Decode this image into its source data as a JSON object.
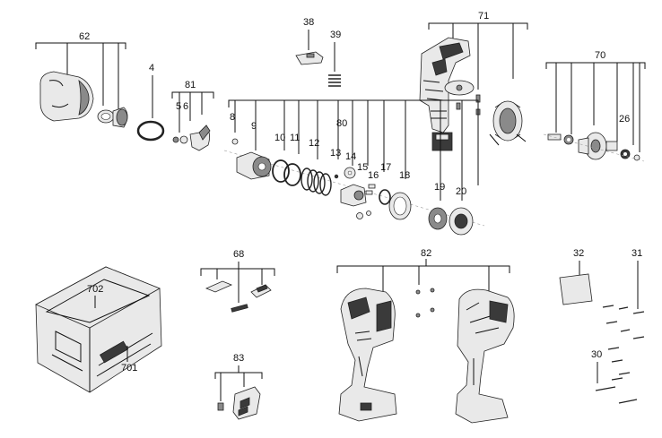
{
  "diagram": {
    "callouts": {
      "c62": "62",
      "c4": "4",
      "c81": "81",
      "c5": "5",
      "c6": "6",
      "c38": "38",
      "c39": "39",
      "c71": "71",
      "c70": "70",
      "c26": "26",
      "c80": "80",
      "c8": "8",
      "c9": "9",
      "c10": "10",
      "c11": "11",
      "c12": "12",
      "c13": "13",
      "c14": "14",
      "c15": "15",
      "c16": "16",
      "c17": "17",
      "c18": "18",
      "c19": "19",
      "c20": "20",
      "c68": "68",
      "c82": "82",
      "c32": "32",
      "c31": "31",
      "c30": "30",
      "c83": "83",
      "c702": "702",
      "c701": "701"
    }
  }
}
